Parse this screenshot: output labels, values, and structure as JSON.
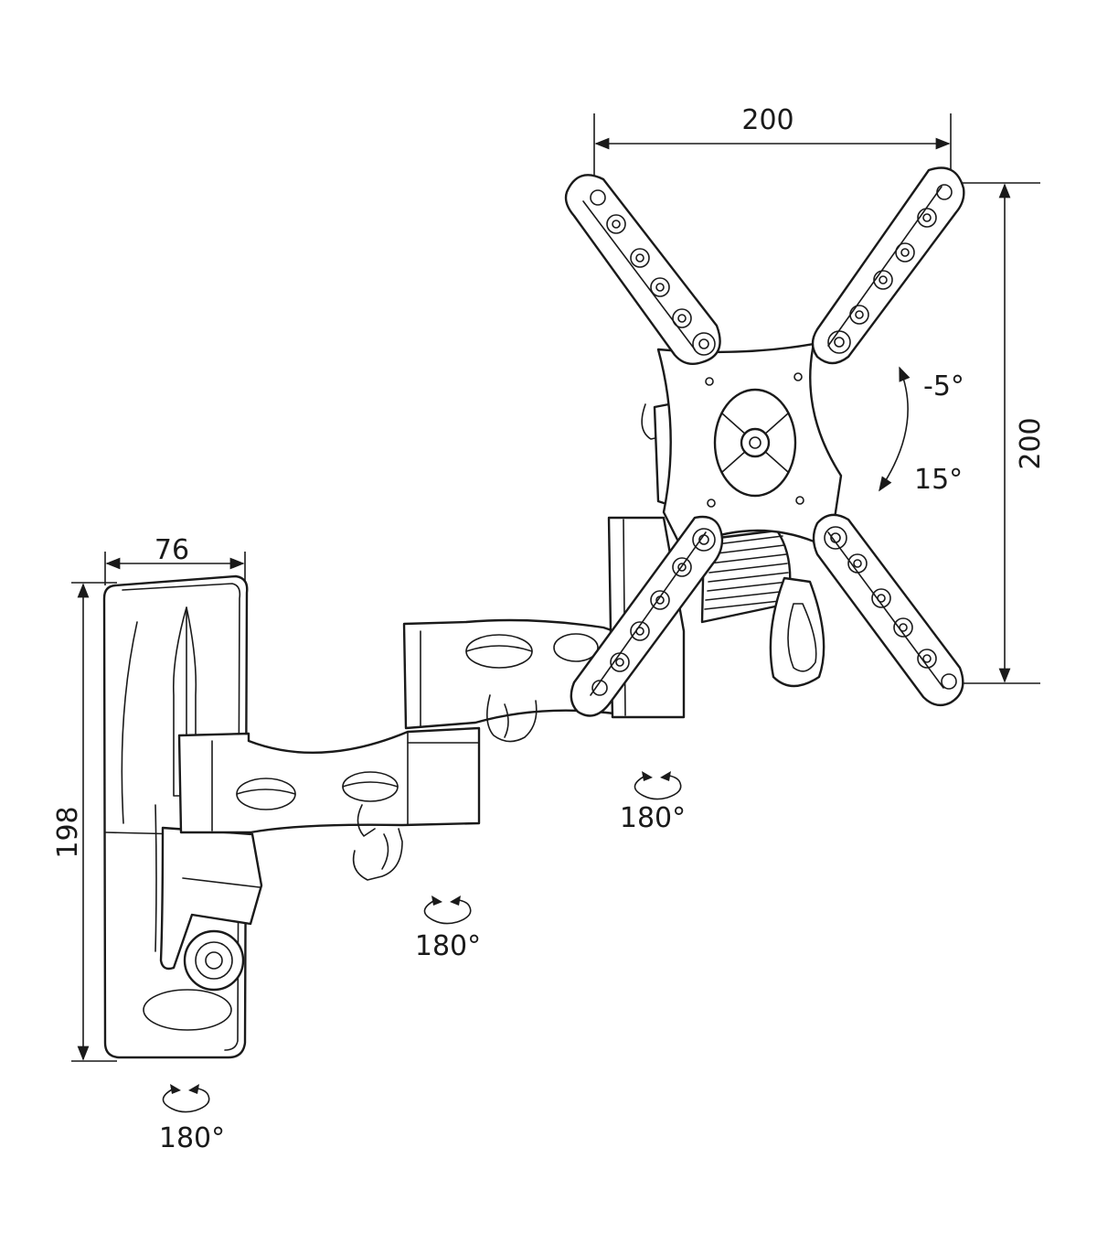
{
  "colors": {
    "line": "#1a1a1a",
    "background": "#ffffff"
  },
  "dimensions": {
    "plate_width": "200",
    "plate_height": "200",
    "wall_plate_width": "76",
    "wall_plate_height": "198"
  },
  "tilt": {
    "up": "-5°",
    "down": "15°"
  },
  "rotations": {
    "head": "180°",
    "middle": "180°",
    "wall": "180°"
  }
}
